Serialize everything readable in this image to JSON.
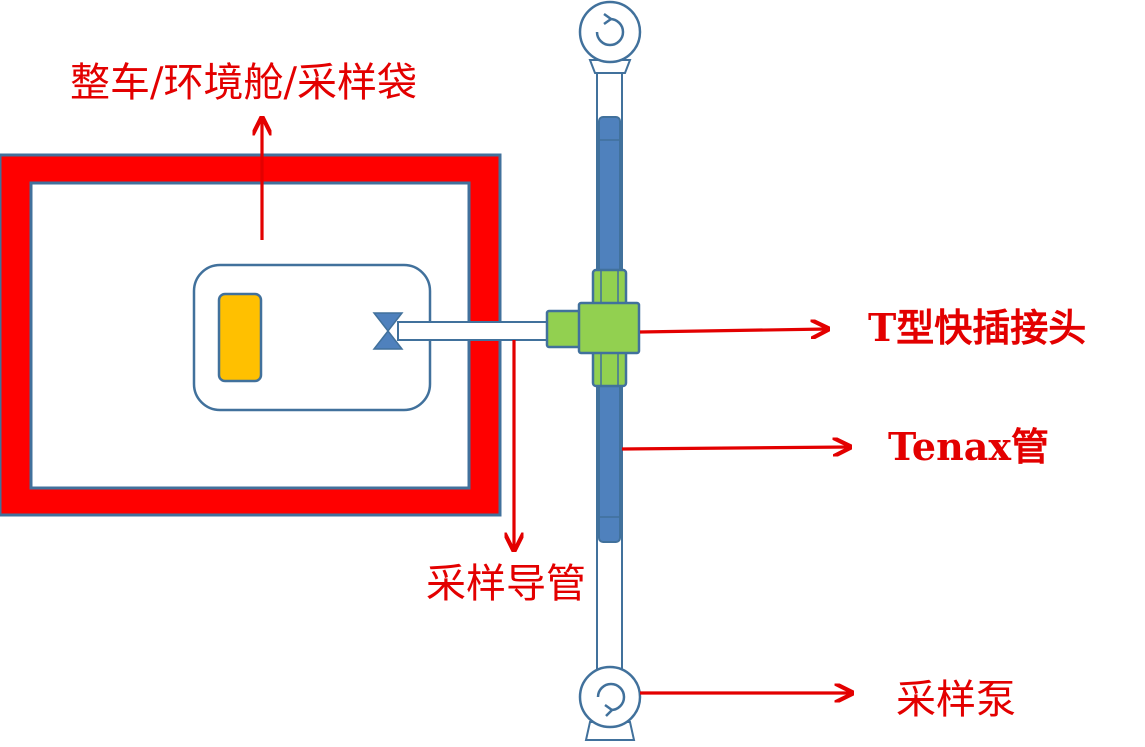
{
  "labels": {
    "enclosure": "整车/环境舱/采样袋",
    "t_connector": "T型快插接头",
    "tenax_tube": "Tenax管",
    "sampling_line": "采样导管",
    "sampling_pump": "采样泵"
  },
  "colors": {
    "annotation": "#e30000",
    "enclosure_wall": "#ff0000",
    "outline": "#41719c",
    "tenax": "#4f81bd",
    "connector": "#92d050",
    "connector_outline": "#4f7f2f",
    "sample": "#ffc000"
  }
}
